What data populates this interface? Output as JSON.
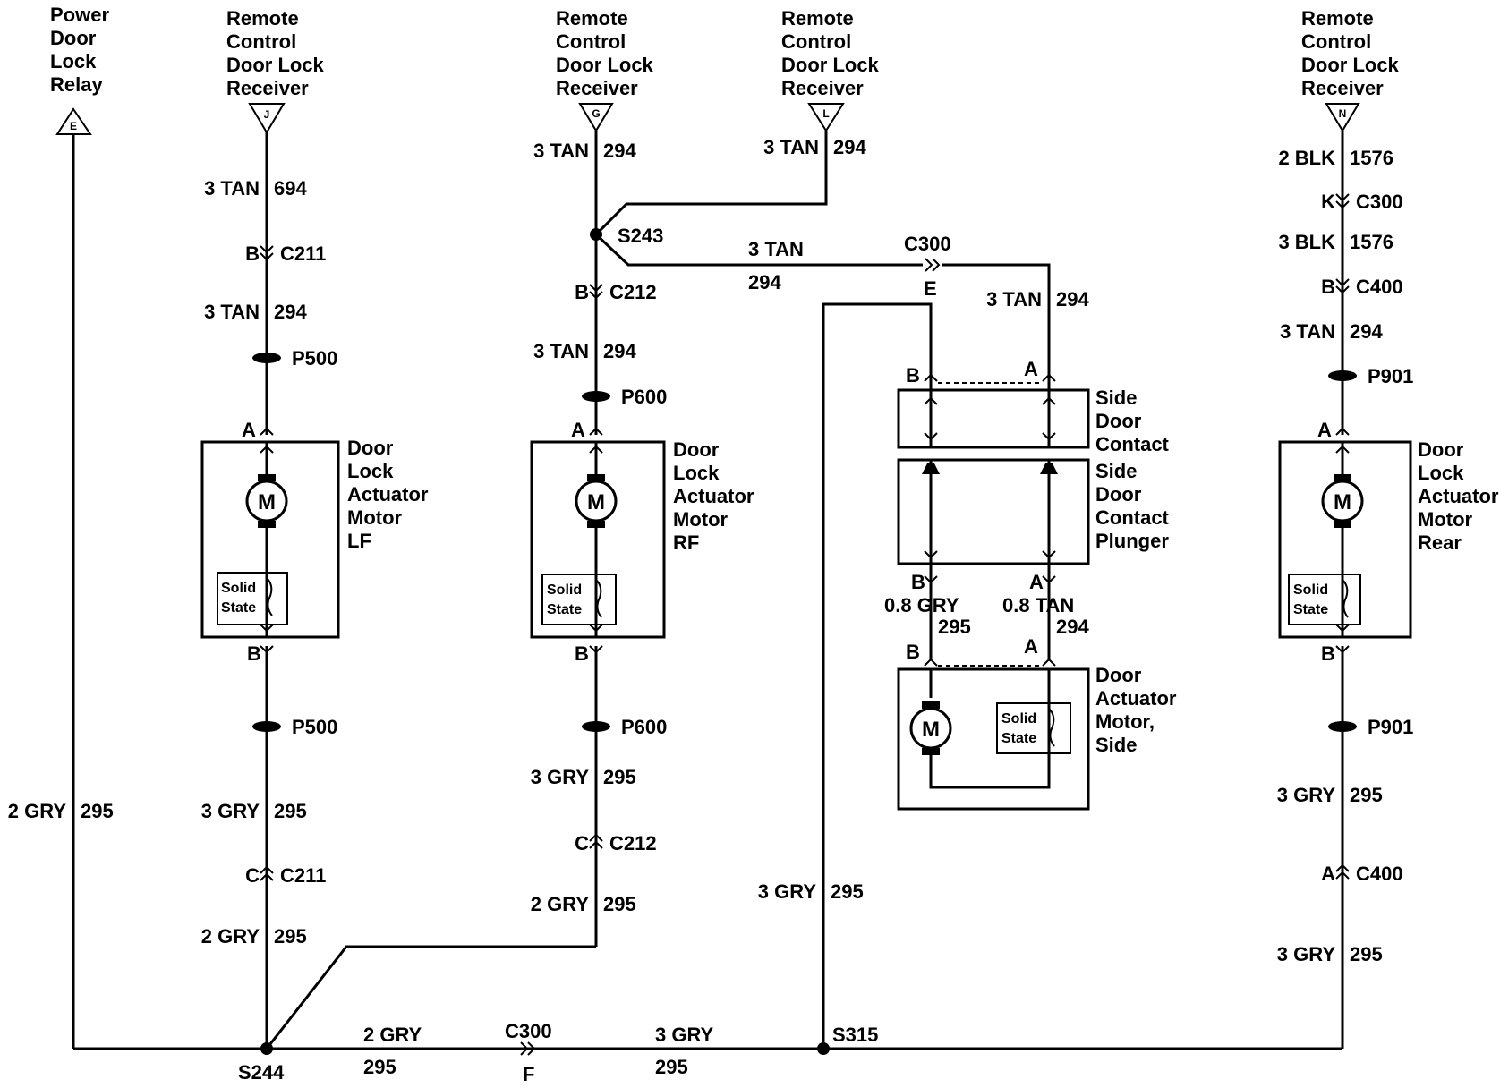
{
  "sources": {
    "relay": {
      "lines": [
        "Power",
        "Door",
        "Lock",
        "Relay"
      ],
      "pin": "E"
    },
    "rcvr_j": {
      "lines": [
        "Remote",
        "Control",
        "Door Lock",
        "Receiver"
      ],
      "pin": "J"
    },
    "rcvr_g": {
      "lines": [
        "Remote",
        "Control",
        "Door Lock",
        "Receiver"
      ],
      "pin": "G"
    },
    "rcvr_l": {
      "lines": [
        "Remote",
        "Control",
        "Door Lock",
        "Receiver"
      ],
      "pin": "L"
    },
    "rcvr_n": {
      "lines": [
        "Remote",
        "Control",
        "Door Lock",
        "Receiver"
      ],
      "pin": "N"
    }
  },
  "wires": {
    "relay_down": {
      "size_color": "2 GRY",
      "circuit": "295"
    },
    "lf_top": {
      "size_color": "3 TAN",
      "circuit": "694"
    },
    "lf_mid": {
      "size_color": "3 TAN",
      "circuit": "294"
    },
    "lf_low": {
      "size_color": "3 GRY",
      "circuit": "295"
    },
    "lf_bottom": {
      "size_color": "2 GRY",
      "circuit": "295"
    },
    "rf_top": {
      "size_color": "3 TAN",
      "circuit": "294"
    },
    "rf_mid": {
      "size_color": "3 TAN",
      "circuit": "294"
    },
    "rf_low": {
      "size_color": "3 GRY",
      "circuit": "295"
    },
    "rf_bottom": {
      "size_color": "2 GRY",
      "circuit": "295"
    },
    "l_top": {
      "size_color": "3 TAN",
      "circuit": "294"
    },
    "s243_right": {
      "size_color": "3 TAN",
      "circuit": "294"
    },
    "side_top": {
      "size_color": "3 TAN",
      "circuit": "294"
    },
    "side_b": {
      "size_color": "0.8 GRY",
      "circuit": "295"
    },
    "side_a": {
      "size_color": "0.8 TAN",
      "circuit": "294"
    },
    "side_down": {
      "size_color": "3 GRY",
      "circuit": "295"
    },
    "rear_top": {
      "size_color": "2 BLK",
      "circuit": "1576"
    },
    "rear_blk": {
      "size_color": "3 BLK",
      "circuit": "1576"
    },
    "rear_tan": {
      "size_color": "3 TAN",
      "circuit": "294"
    },
    "rear_gry1": {
      "size_color": "3 GRY",
      "circuit": "295"
    },
    "rear_gry2": {
      "size_color": "3 GRY",
      "circuit": "295"
    },
    "bottom_left": {
      "size_color": "2 GRY",
      "circuit": "295"
    },
    "bottom_right": {
      "size_color": "3 GRY",
      "circuit": "295"
    }
  },
  "connectors": {
    "lf_c211_top": {
      "pin": "B",
      "name": "C211"
    },
    "lf_c211_bot": {
      "pin": "C",
      "name": "C211"
    },
    "rf_c212_top": {
      "pin": "B",
      "name": "C212"
    },
    "rf_c212_bot": {
      "pin": "C",
      "name": "C212"
    },
    "c300_e": {
      "pin": "E",
      "name": "C300"
    },
    "c300_f": {
      "pin": "F",
      "name": "C300"
    },
    "rear_c300": {
      "pin": "K",
      "name": "C300"
    },
    "rear_c400_top": {
      "pin": "B",
      "name": "C400"
    },
    "rear_c400_bot": {
      "pin": "A",
      "name": "C400"
    },
    "p500": "P500",
    "p600": "P600",
    "p901": "P901"
  },
  "splices": {
    "s243": "S243",
    "s244": "S244",
    "s315": "S315"
  },
  "components": {
    "lf": {
      "lines": [
        "Door",
        "Lock",
        "Actuator",
        "Motor",
        "LF"
      ]
    },
    "rf": {
      "lines": [
        "Door",
        "Lock",
        "Actuator",
        "Motor",
        "RF"
      ]
    },
    "rear": {
      "lines": [
        "Door",
        "Lock",
        "Actuator",
        "Motor",
        "Rear"
      ]
    },
    "side_contact": {
      "lines": [
        "Side",
        "Door",
        "Contact"
      ]
    },
    "side_plunger": {
      "lines": [
        "Side",
        "Door",
        "Contact",
        "Plunger"
      ]
    },
    "side_motor": {
      "lines": [
        "Door",
        "Actuator",
        "Motor,",
        "Side"
      ]
    }
  },
  "labels": {
    "motor_symbol": "M",
    "solid_state": [
      "Solid",
      "State"
    ]
  },
  "pins": {
    "a": "A",
    "b": "B"
  }
}
